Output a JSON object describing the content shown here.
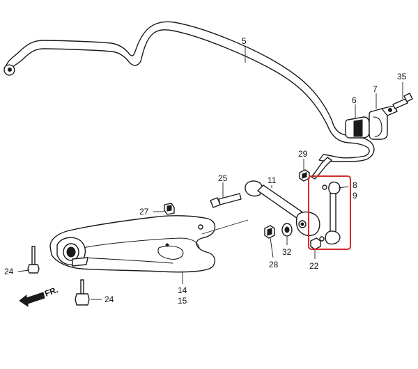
{
  "callouts": {
    "c5": "5",
    "c35": "35",
    "c7": "7",
    "c6": "6",
    "c29": "29",
    "c8": "8",
    "c9": "9",
    "c25": "25",
    "c11": "11",
    "c27": "27",
    "c32": "32",
    "c28": "28",
    "c22": "22",
    "c24_left": "24",
    "c24_bottom": "24",
    "c14": "14",
    "c15": "15"
  },
  "front_marker": "FR.",
  "colors": {
    "highlight": "#d42a2a",
    "line": "#1a1a1a",
    "background": "#ffffff"
  }
}
